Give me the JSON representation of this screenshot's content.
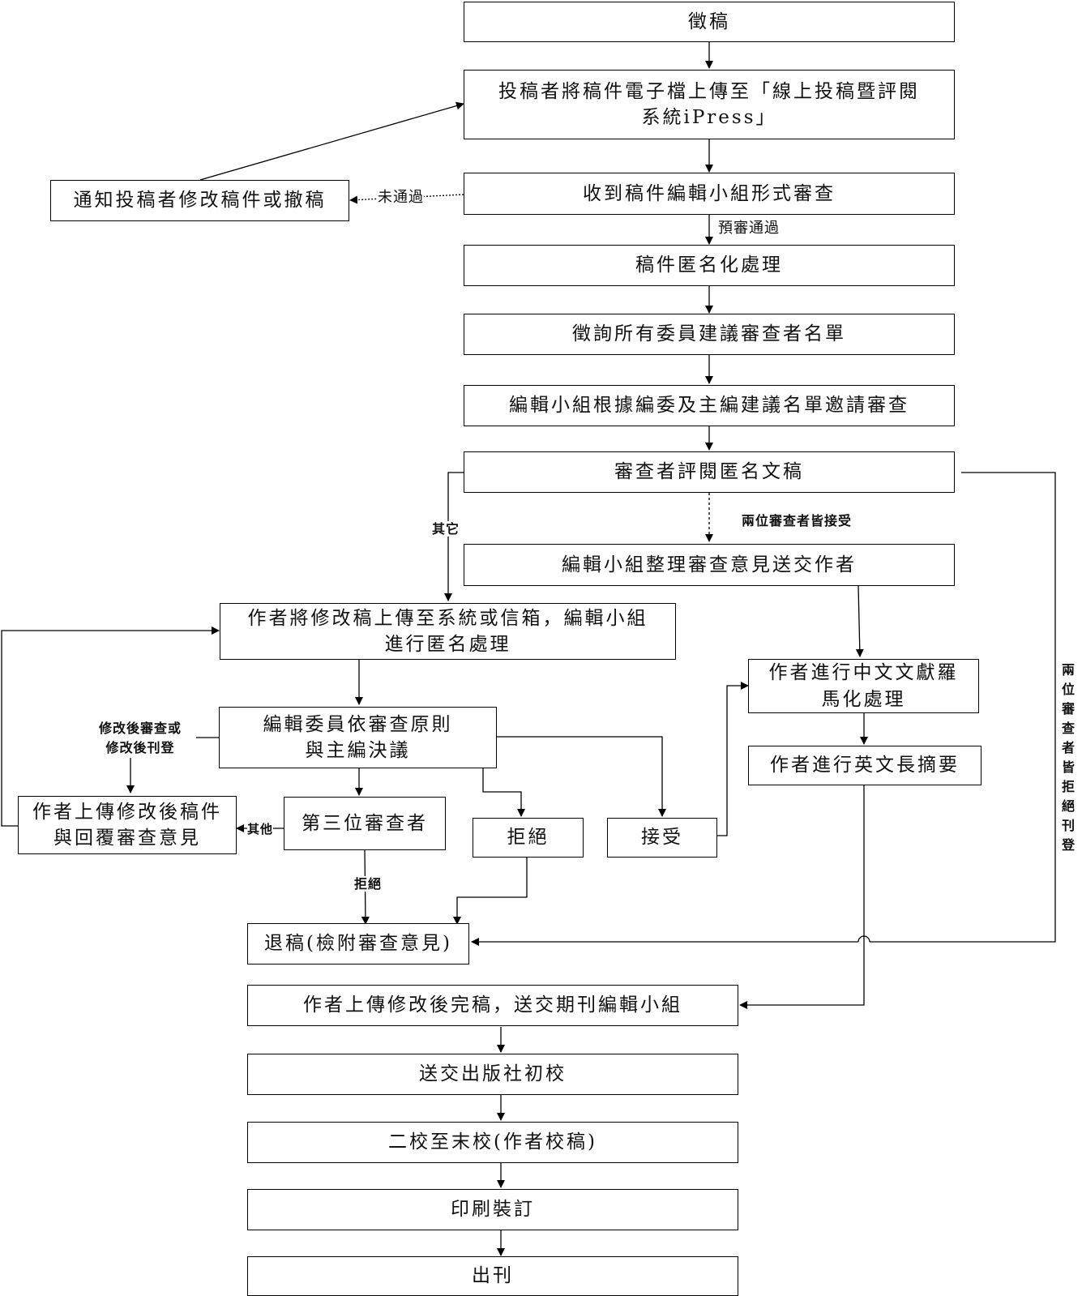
{
  "nodes": {
    "call_for_papers": "徵稿",
    "upload_to_ipress": "投稿者將稿件電子檔上傳至「線上投稿暨評閱\n系統iPress」",
    "notify_revise_or_withdraw": "通知投稿者修改稿件或撤稿",
    "format_review": "收到稿件編輯小組形式審查",
    "anonymize": "稿件匿名化處理",
    "solicit_reviewer_list": "徵詢所有委員建議審查者名單",
    "invite_reviewers": "編輯小組根據編委及主編建議名單邀請審查",
    "reviewers_evaluate": "審查者評閱匿名文稿",
    "compile_comments": "編輯小組整理審查意見送交作者",
    "author_upload_revision": "作者將修改稿上傳至系統或信箱，編輯小組\n進行匿名處理",
    "romanization": "作者進行中文文獻羅\n馬化處理",
    "english_abstract": "作者進行英文長摘要",
    "editorial_decision": "編輯委員依審查原則\n與主編決議",
    "author_upload_reply": "作者上傳修改後稿件\n與回覆審查意見",
    "third_reviewer": "第三位審查者",
    "reject": "拒絕",
    "accept": "接受",
    "rejection_with_comments": "退稿(檢附審查意見)",
    "final_manuscript": "作者上傳修改後完稿，送交期刊編輯小組",
    "first_proof": "送交出版社初校",
    "second_to_final_proof": "二校至末校(作者校稿)",
    "printing": "印刷裝訂",
    "publication": "出刊"
  },
  "edge_labels": {
    "not_passed": "未通過",
    "pre_review_passed": "預審通過",
    "other": "其它",
    "both_accept": "兩位審查者皆接受",
    "both_reject": "兩位審查者皆拒絕刊登",
    "revise_review_or_publish": "修改後審查或\n修改後刊登",
    "others": "其他",
    "reject": "拒絕"
  }
}
